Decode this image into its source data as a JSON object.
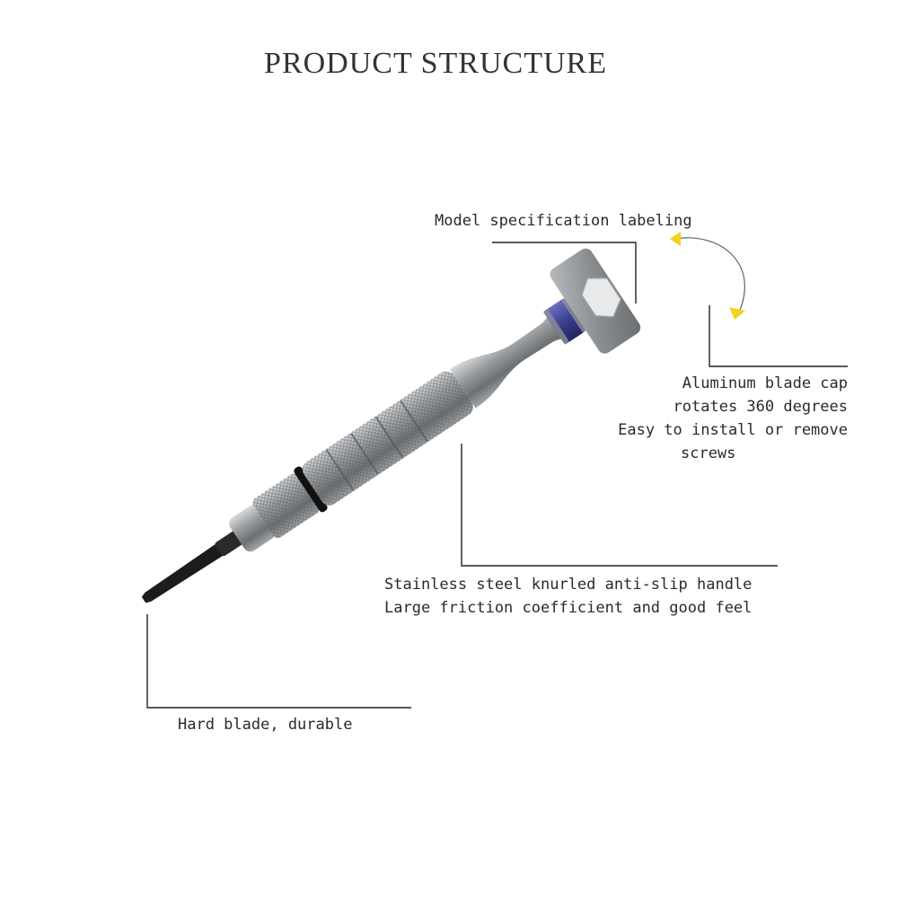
{
  "title": "PRODUCT STRUCTURE",
  "callouts": {
    "model_label": "Model specification labeling",
    "cap_line1": "Aluminum blade cap",
    "cap_line2": "rotates 360 degrees",
    "cap_line3": "Easy to install or remove",
    "cap_line4": "screws",
    "handle_line1": "Stainless steel knurled anti-slip handle",
    "handle_line2": "Large friction coefficient and good feel",
    "blade_label": "Hard blade, durable"
  },
  "colors": {
    "metal": "#8e9194",
    "metal_dark": "#5f6265",
    "metal_light": "#c9cbcd",
    "label_band": "#3b3f8f",
    "ring": "#111111",
    "blade": "#1c1c1c",
    "arrow": "#f2d21a"
  }
}
